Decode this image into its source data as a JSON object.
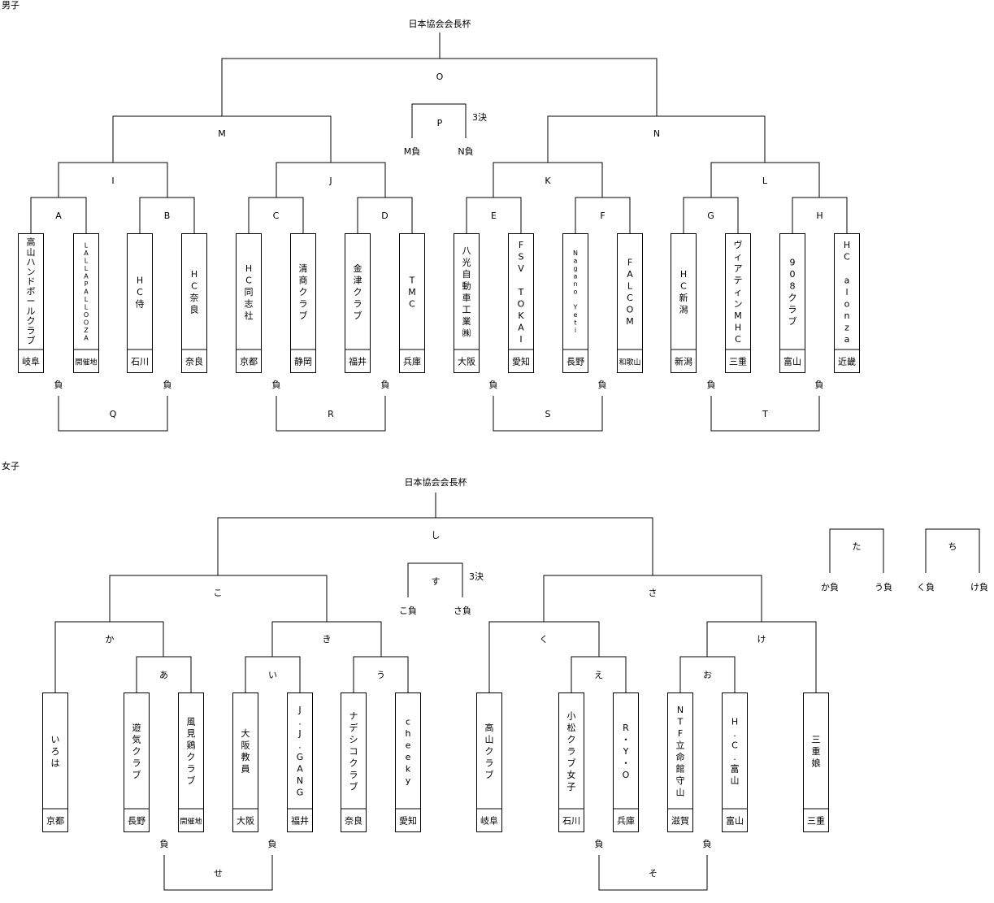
{
  "men": {
    "section_label": "男子",
    "final_title": "日本協会会長杯",
    "final_label": "O",
    "third_label": "P",
    "third_note": "3決",
    "third_left": "M負",
    "third_right": "N負",
    "semi_labels": [
      "M",
      "N"
    ],
    "quarter_labels": [
      "I",
      "J",
      "K",
      "L"
    ],
    "r16_labels": [
      "A",
      "B",
      "C",
      "D",
      "E",
      "F",
      "G",
      "H"
    ],
    "teams": [
      {
        "name": "高山ハンドボールクラブ",
        "pref": "岐阜"
      },
      {
        "name": "LALLAPALLOOZA",
        "pref": "開催地",
        "small": true
      },
      {
        "name": "HC侍",
        "pref": "石川"
      },
      {
        "name": "HC奈良",
        "pref": "奈良"
      },
      {
        "name": "HC同志社",
        "pref": "京都"
      },
      {
        "name": "清商クラブ",
        "pref": "静岡"
      },
      {
        "name": "金津クラブ",
        "pref": "福井"
      },
      {
        "name": "TMC",
        "pref": "兵庫"
      },
      {
        "name": "八光自動車工業㈱",
        "pref": "大阪"
      },
      {
        "name": "FSV TOKAI",
        "pref": "愛知"
      },
      {
        "name": "Nagano Yeti",
        "pref": "長野",
        "small": true
      },
      {
        "name": "FALCOM",
        "pref": "和歌山"
      },
      {
        "name": "HC新潟",
        "pref": "新潟"
      },
      {
        "name": "ヴィアティンMHC",
        "pref": "三重"
      },
      {
        "name": "908クラブ",
        "pref": "富山"
      },
      {
        "name": "HC alonza",
        "pref": "近畿"
      }
    ],
    "loser_mark": "負",
    "consolation_labels": [
      "Q",
      "R",
      "S",
      "T"
    ]
  },
  "women": {
    "section_label": "女子",
    "final_title": "日本協会会長杯",
    "final_label": "し",
    "third_label": "す",
    "third_note": "3決",
    "third_left": "こ負",
    "third_right": "さ負",
    "semi_labels": [
      "こ",
      "さ"
    ],
    "quarter_labels": [
      "か",
      "き",
      "く",
      "け"
    ],
    "r1_labels": [
      "あ",
      "い",
      "う",
      "え",
      "お"
    ],
    "teams": [
      {
        "name": "いろは",
        "pref": "京都"
      },
      {
        "name": "遊気クラブ",
        "pref": "長野"
      },
      {
        "name": "風見鶏クラブ",
        "pref": "開催地"
      },
      {
        "name": "大阪教員",
        "pref": "大阪"
      },
      {
        "name": "J.J.GANG",
        "pref": "福井"
      },
      {
        "name": "ナデシコクラブ",
        "pref": "奈良"
      },
      {
        "name": "cheeky",
        "pref": "愛知"
      },
      {
        "name": "高山クラブ",
        "pref": "岐阜"
      },
      {
        "name": "小松クラブ女子",
        "pref": "石川"
      },
      {
        "name": "R・Y・O",
        "pref": "兵庫"
      },
      {
        "name": "NTF立命館守山",
        "pref": "滋賀"
      },
      {
        "name": "H.C.富山",
        "pref": "富山"
      },
      {
        "name": "三重娘",
        "pref": "三重"
      }
    ],
    "loser_mark": "負",
    "consolation_labels": [
      "せ",
      "そ"
    ],
    "extra_matches": [
      {
        "label": "た",
        "left": "か負",
        "right": "う負"
      },
      {
        "label": "ち",
        "left": "く負",
        "right": "け負"
      }
    ]
  }
}
